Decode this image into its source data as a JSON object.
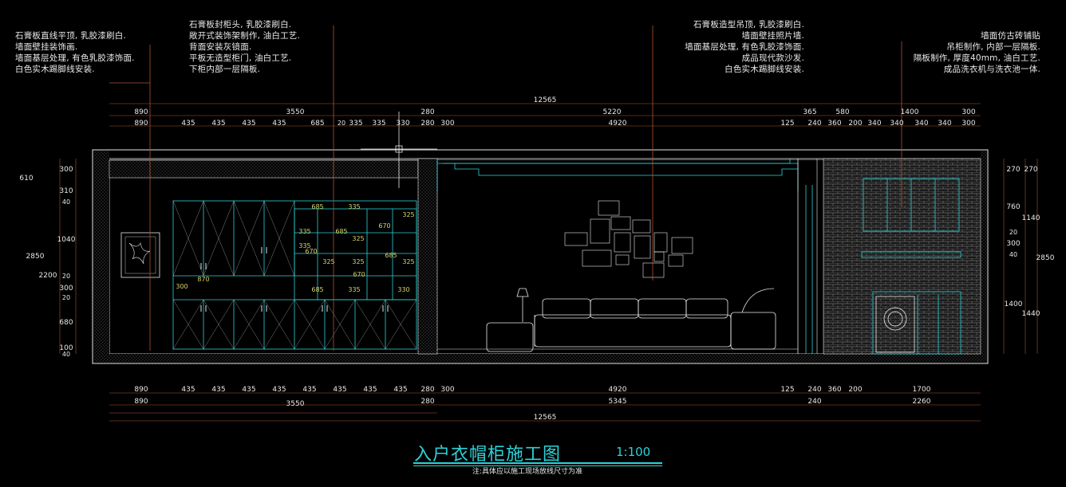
{
  "notes": {
    "group1": [
      "石膏板直线平顶, 乳胶漆刷白.",
      "墙面壁挂装饰画.",
      "墙面基层处理, 有色乳胶漆饰面.",
      "白色实木踢脚线安装."
    ],
    "group2": [
      "石膏板封柜头, 乳胶漆刷白.",
      "敞开式装饰架制作, 油白工艺.",
      "背面安装灰镜面.",
      "平板无造型柜门, 油白工艺.",
      "下柜内部一层隔板."
    ],
    "group3": [
      "石膏板造型吊顶, 乳胶漆刷白.",
      "墙面壁挂照片墙.",
      "墙面基层处理, 有色乳胶漆饰面.",
      "成品现代款沙发.",
      "白色实木踢脚线安装."
    ],
    "group4": [
      "墙面仿古砖铺贴",
      "吊柜制作, 内部一层隔板.",
      "隔板制作, 厚度40mm, 油白工艺.",
      "成品洗衣机与洗衣池一体."
    ]
  },
  "top_dims": {
    "total": "12565",
    "row1": [
      "890",
      "3550",
      "280",
      "5220",
      "365",
      "580",
      "1400",
      "300"
    ],
    "row2": [
      "890",
      "435",
      "435",
      "435",
      "435",
      "685",
      "20",
      "335",
      "335",
      "330",
      "280",
      "300",
      "4920",
      "125",
      "240",
      "360",
      "200",
      "340",
      "340",
      "340",
      "340",
      "300"
    ]
  },
  "bottom_dims": {
    "row1": [
      "890",
      "435",
      "435",
      "435",
      "435",
      "435",
      "435",
      "435",
      "435",
      "280",
      "300",
      "4920",
      "125",
      "240",
      "360",
      "200",
      "1700"
    ],
    "row2": [
      "890",
      "280",
      "5345",
      "240",
      "2260"
    ],
    "row3": [
      "3550"
    ],
    "total": "12565"
  },
  "left_dims": {
    "outer": [
      "610",
      "2850",
      "2200"
    ],
    "inner": [
      "300",
      "310",
      "40",
      "1040",
      "20",
      "300",
      "20",
      "680",
      "100",
      "40"
    ]
  },
  "right_dims": {
    "inner": [
      "270",
      "760",
      "20",
      "300",
      "40",
      "1400"
    ],
    "middle": [
      "270",
      "1140",
      "1440"
    ],
    "outer": [
      "2850"
    ]
  },
  "cabinet_dims": [
    "685",
    "335",
    "325",
    "335",
    "685",
    "670",
    "325",
    "335",
    "325",
    "670",
    "685",
    "325",
    "670",
    "325",
    "685",
    "335",
    "330",
    "870",
    "300"
  ],
  "title": "入户衣帽柜施工图",
  "scale": "1:100",
  "footnote": "注:具体应以施工现场放线尺寸为准",
  "colors": {
    "line": "#e9e9e9",
    "cyan": "#2bd3d9",
    "yellow": "#d8d36a",
    "leader": "#b0542d"
  }
}
